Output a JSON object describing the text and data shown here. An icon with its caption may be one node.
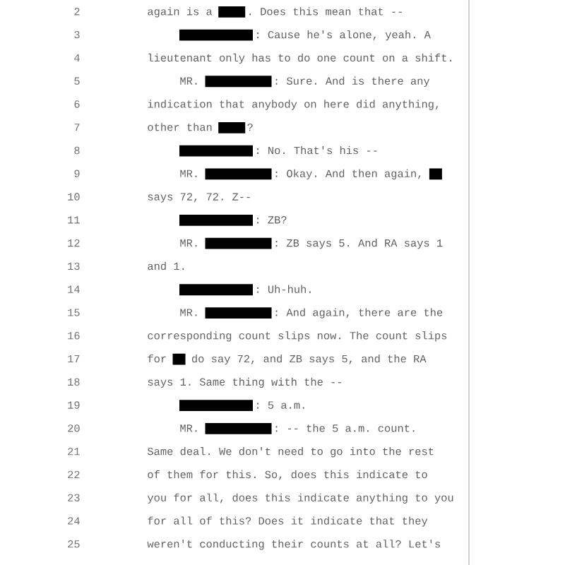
{
  "diagram": {
    "labels": [
      "2",
      "again is a",
      ". Does this mean that --",
      "3",
      ": Cause he's alone, yeah. A",
      "4",
      "lieutenant only has to do one count on a shift.",
      "5",
      "MR.",
      ": Sure. And is there any",
      "6",
      "indication that anybody on here did anything,",
      "7",
      "other than",
      "?",
      "8",
      ": No. That's his --",
      "9",
      "MR.",
      ": Okay. And then again,",
      "10",
      "says 72, 72. Z--",
      "11",
      ": ZB?",
      "12",
      "MR.",
      ": ZB says 5. And RA says 1",
      "13",
      "and 1.",
      "14",
      ": Uh-huh.",
      "15",
      "MR.",
      ": And again, there are the",
      "16",
      "corresponding count slips now. The count slips",
      "17",
      "for",
      "do say 72, and ZB says 5, and the RA",
      "18",
      "says 1. Same thing with the --",
      "19",
      ": 5 a.m.",
      "20",
      "MR.",
      ": -- the 5 a.m. count.",
      "21",
      "Same deal. We don't need to go into the rest",
      "22",
      "of them for this. So, does this indicate to",
      "23",
      "you for all, does this indicate anything to you",
      "24",
      "for all of this? Does it indicate that they",
      "25",
      "weren't conducting their counts at all? Let's"
    ]
  }
}
